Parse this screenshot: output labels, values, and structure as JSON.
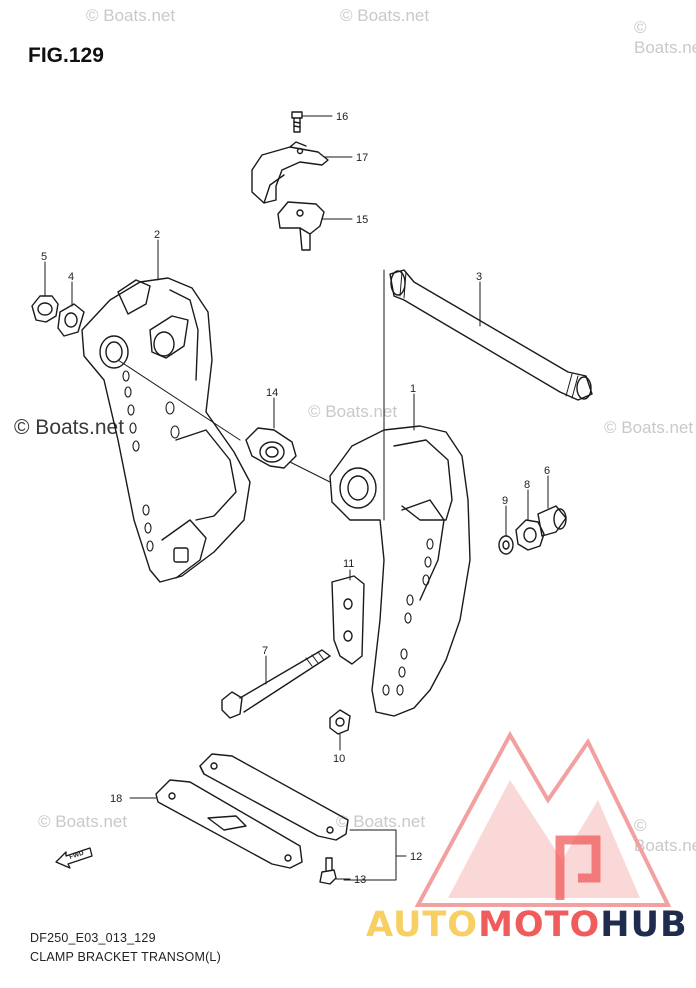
{
  "figure": {
    "title": "FIG.129"
  },
  "watermarks": [
    "© Boats.net",
    "© Boats.net",
    "© Boats.net",
    "© Boats.net",
    "© Boats.net",
    "© Boats.net",
    "© Boats.net",
    "© Boats.net",
    "© Boats.net"
  ],
  "callouts": [
    "1",
    "2",
    "3",
    "4",
    "5",
    "6",
    "7",
    "8",
    "9",
    "10",
    "11",
    "12",
    "13",
    "14",
    "15",
    "16",
    "17",
    "18"
  ],
  "fwd_label": "FWD",
  "footer": {
    "code": "DF250_E03_013_129",
    "caption": "CLAMP BRACKET TRANSOM(L)"
  },
  "brand": {
    "part1": "AUTO",
    "part2": "MOTO",
    "part3": "HUB"
  },
  "colors": {
    "logo_red": "#f05b5b",
    "logo_yellow": "#f7cf62",
    "logo_navy": "#1f2c4e"
  }
}
